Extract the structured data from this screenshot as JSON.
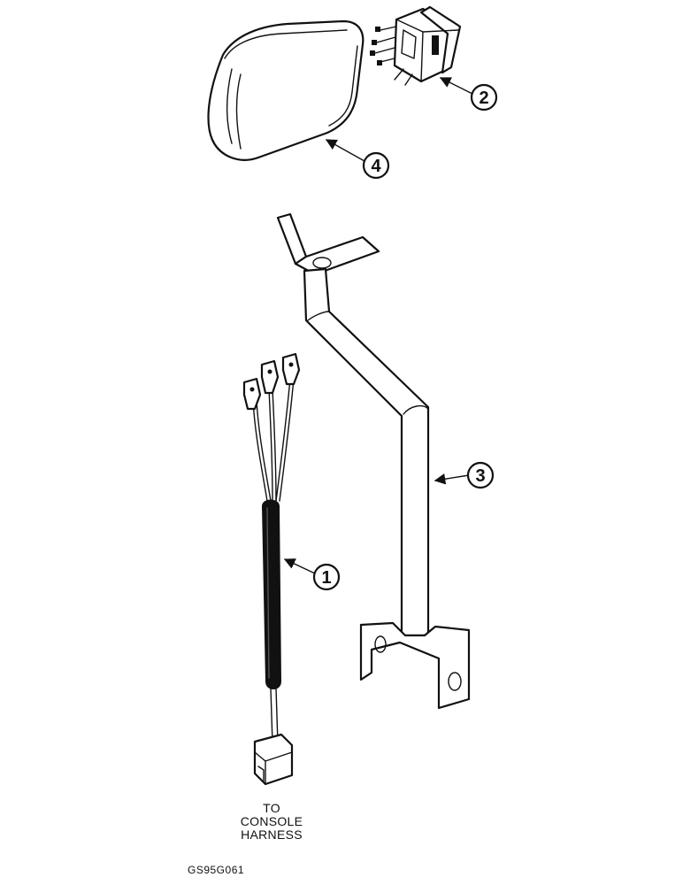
{
  "callouts": {
    "c1": "1",
    "c2": "2",
    "c3": "3",
    "c4": "4"
  },
  "console_label": {
    "line1": "TO",
    "line2": "CONSOLE",
    "line3": "HARNESS"
  },
  "figure_id": "GS95G061",
  "colors": {
    "ink": "#111111",
    "background": "#ffffff"
  }
}
